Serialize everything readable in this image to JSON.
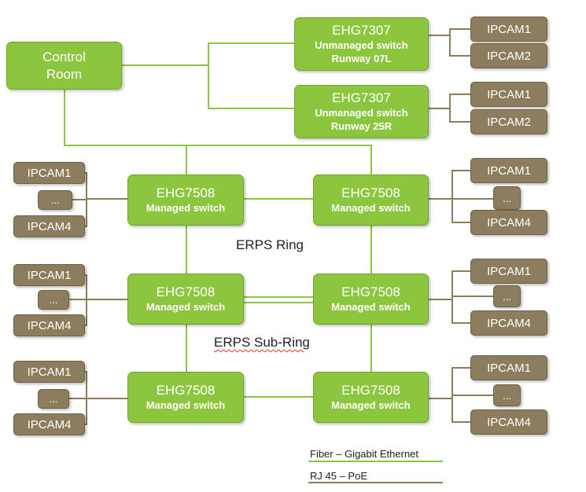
{
  "colors": {
    "switch_fill": "#8cc63f",
    "camera_fill": "#8b7d5d",
    "fiber_line": "#8cc63f",
    "poe_line": "#8b7d5d"
  },
  "control_room": {
    "line1": "Control",
    "line2": "Room"
  },
  "unmanaged_switches": [
    {
      "model": "EHG7307",
      "type": "Unmanaged switch",
      "location": "Runway 07L"
    },
    {
      "model": "EHG7307",
      "type": "Unmanaged switch",
      "location": "Runway 25R"
    }
  ],
  "managed_switches": [
    {
      "model": "EHG7508",
      "type": "Managed switch"
    },
    {
      "model": "EHG7508",
      "type": "Managed switch"
    },
    {
      "model": "EHG7508",
      "type": "Managed switch"
    },
    {
      "model": "EHG7508",
      "type": "Managed switch"
    },
    {
      "model": "EHG7508",
      "type": "Managed switch"
    },
    {
      "model": "EHG7508",
      "type": "Managed switch"
    }
  ],
  "cameras": {
    "top_group1": [
      "IPCAM1",
      "IPCAM2"
    ],
    "top_group2": [
      "IPCAM1",
      "IPCAM2"
    ],
    "left_row1": [
      "IPCAM1",
      "...",
      "IPCAM4"
    ],
    "right_row1": [
      "IPCAM1",
      "...",
      "IPCAM4"
    ],
    "left_row2": [
      "IPCAM1",
      "...",
      "IPCAM4"
    ],
    "right_row2": [
      "IPCAM1",
      "...",
      "IPCAM4"
    ],
    "left_row3": [
      "IPCAM1",
      "...",
      "IPCAM4"
    ],
    "right_row3": [
      "IPCAM1",
      "...",
      "IPCAM4"
    ]
  },
  "labels": {
    "ring": "ERPS Ring",
    "subring": "ERPS Sub-Ring"
  },
  "legend": {
    "fiber": "Fiber – Gigabit Ethernet",
    "poe": "RJ 45 – PoE"
  }
}
